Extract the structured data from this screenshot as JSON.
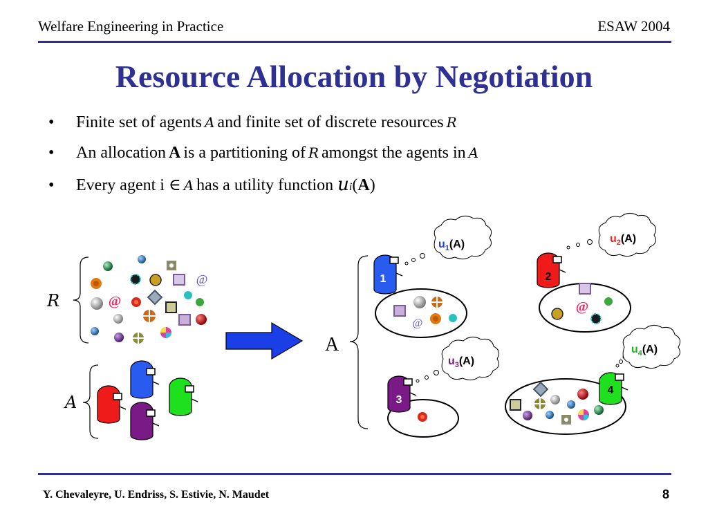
{
  "header": {
    "left": "Welfare Engineering in Practice",
    "right": "ESAW 2004"
  },
  "title": "Resource Allocation by Negotiation",
  "bullets": [
    {
      "text1": "Finite set of agents",
      "sym1": "A",
      "text2": "and finite set of discrete resources",
      "sym2": "R"
    },
    {
      "text1": "An allocation",
      "bold": "A",
      "text2": "is a partitioning of",
      "sym1": "R",
      "text3": "amongst the agents in",
      "sym2": "A"
    },
    {
      "text1": "Every agent i",
      "elem": "∈",
      "sym1": "A",
      "text2": "has a utility function",
      "u": "u",
      "sub": "i",
      "paren_open": "(",
      "bold": "A",
      "paren_close": ")"
    }
  ],
  "diagram": {
    "resources_label": "R",
    "agents_label": "A",
    "allocation_label": "A",
    "thoughts": [
      {
        "u": "u",
        "sub": "1",
        "rest": "(A)",
        "color": "#1f3fd6"
      },
      {
        "u": "u",
        "sub": "2",
        "rest": "(A)",
        "color": "#e8261a"
      },
      {
        "u": "u",
        "sub": "3",
        "rest": "(A)",
        "color": "#7b1c7c"
      },
      {
        "u": "u",
        "sub": "4",
        "rest": "(A)",
        "color": "#1fb51f"
      }
    ],
    "agent_numbers": [
      "1",
      "2",
      "3",
      "4"
    ],
    "colors": {
      "blue": "#2a5bef",
      "red": "#ef1a1a",
      "green": "#1fe01f",
      "purple": "#7a1a86",
      "arrow": "#1a3fe6",
      "title": "#2e3191"
    }
  },
  "footer": {
    "authors": "Y. Chevaleyre, U. Endriss, S. Estivie, N. Maudet",
    "page": "8"
  }
}
